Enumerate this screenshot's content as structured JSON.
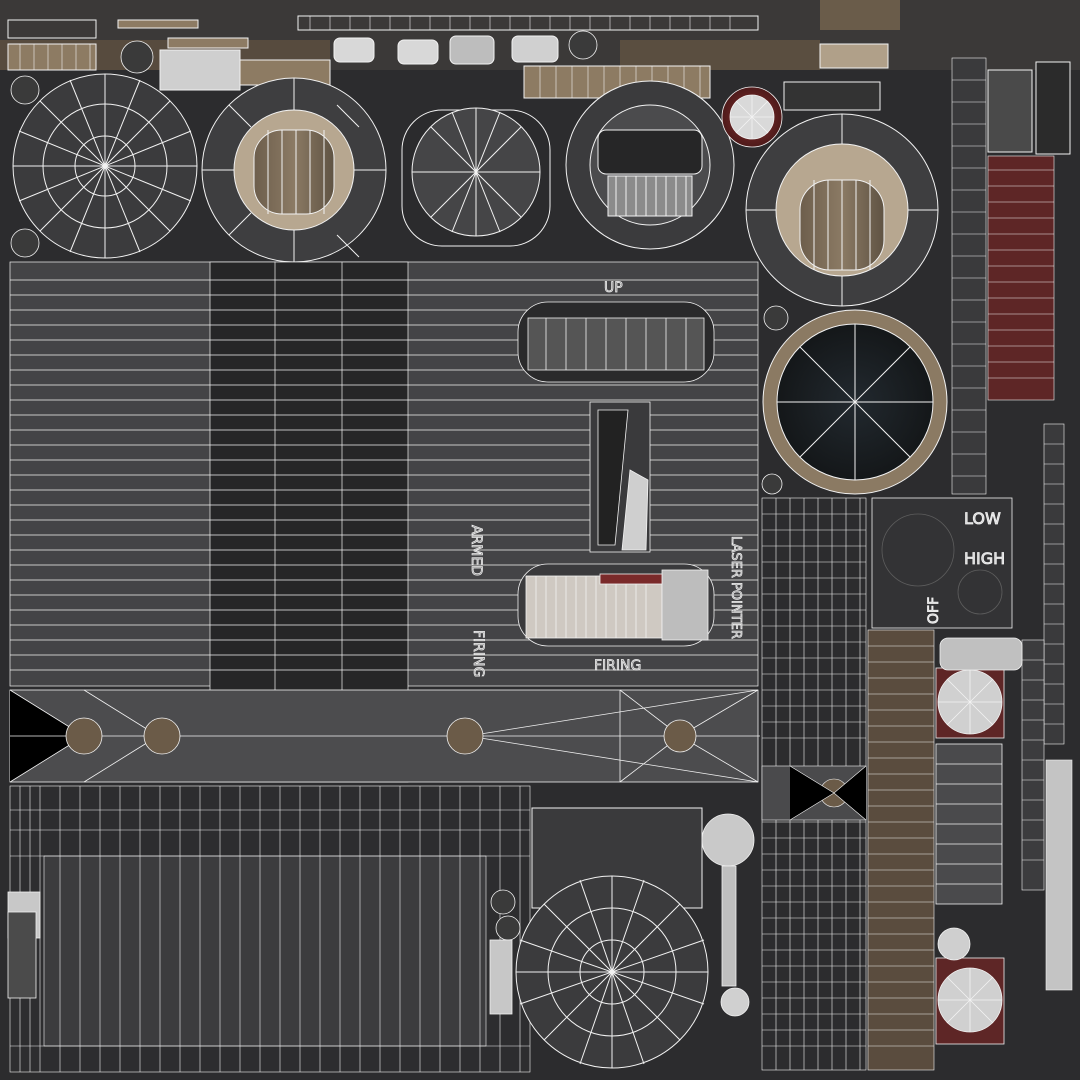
{
  "texture": {
    "labels": {
      "up": "UP",
      "armed": "ARMED",
      "firing_vertical": "FIRING",
      "firing_horizontal": "FIRING",
      "laser_pointer": "LASER POINTER",
      "low": "LOW",
      "high": "HIGH",
      "off": "OFF"
    },
    "colors": {
      "background": "#2c2c2e",
      "metal_dark": "#3a3a3b",
      "metal_mid": "#4a4a4b",
      "panel_stripe": "#262627",
      "wire": "#f2f2f2",
      "wood": "#7a6a58",
      "brick": "#6b2a2a",
      "lens": "#1b2126"
    }
  }
}
